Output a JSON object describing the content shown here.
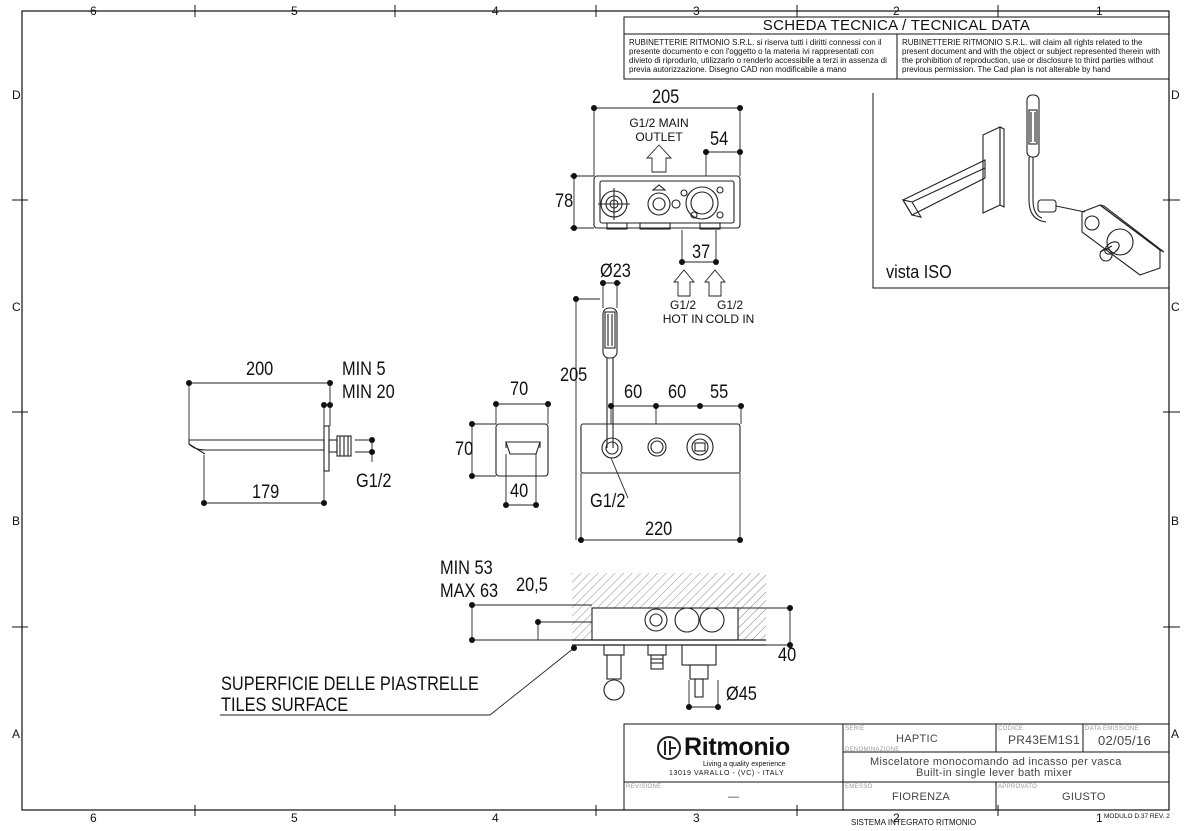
{
  "border": {
    "top_numbers": [
      "6",
      "5",
      "4",
      "3",
      "2",
      "1"
    ],
    "side_letters": [
      "D",
      "C",
      "B",
      "A"
    ]
  },
  "header": {
    "title": "SCHEDA TECNICA / TECNICAL DATA",
    "notice_it": "RUBINETTERIE RITMONIO S.R.L. si riserva tutti i diritti connessi con il presente documento e con l'oggetto o la materia ivi rappresentati con divieto di riprodurlo, utilizzarlo o renderlo accessibile a terzi in assenza di previa autorizzazione. Disegno CAD non modificabile a mano",
    "notice_en": "RUBINETTERIE RITMONIO S.R.L. will claim all rights related to the present document and with the object or subject represented therein with the prohibition of reproduction, use or disclosure to third parties without previous permission. The Cad plan is not alterable by hand"
  },
  "iso_view": {
    "label": "vista ISO"
  },
  "dimensions": {
    "top_205": "205",
    "main_outlet_1": "G1/2  MAIN",
    "main_outlet_2": "OUTLET",
    "d54": "54",
    "d78": "78",
    "d37": "37",
    "hot_1": "G1/2",
    "hot_2": "HOT IN",
    "cold_1": "G1/2",
    "cold_2": "COLD IN",
    "d23": "Ø23",
    "d205v": "205",
    "d60a": "60",
    "d60b": "60",
    "d55": "55",
    "d220": "220",
    "g12_front": "G1/2",
    "d200": "200",
    "min5": "MIN 5",
    "min20": "MIN 20",
    "d179": "179",
    "g12_spout": "G1/2",
    "d70h": "70",
    "d70v": "70",
    "d40": "40",
    "min53": "MIN 53",
    "max63": "MAX 63",
    "d20_5": "20,5",
    "d40b": "40",
    "d45": "Ø45",
    "tiles_1": "SUPERFICIE DELLE PIASTRELLE",
    "tiles_2": "TILES SURFACE"
  },
  "title_block": {
    "logo": "Ritmonio",
    "tagline": "Living a quality experience",
    "address": "13019 VARALLO - (VC) - ITALY",
    "serie_label": "SERIE",
    "serie": "HAPTIC",
    "codice_label": "CODICE",
    "codice": "PR43EM1S1",
    "data_label": "DATA EMISSIONE",
    "data": "02/05/16",
    "denominazione_label": "DENOMINAZIONE",
    "denom_it": "Miscelatore monocomando ad incasso per vasca",
    "denom_en": "Built-in single lever bath mixer",
    "revisione_label": "REVISIONE",
    "revisione": "—",
    "emesso_label": "EMESSO",
    "emesso": "FIORENZA",
    "approvato_label": "APPROVATO",
    "approvato": "GIUSTO",
    "sistema": "SISTEMA INTEGRATO RITMONIO",
    "modulo": "MODULO D.37 REV. 2"
  }
}
